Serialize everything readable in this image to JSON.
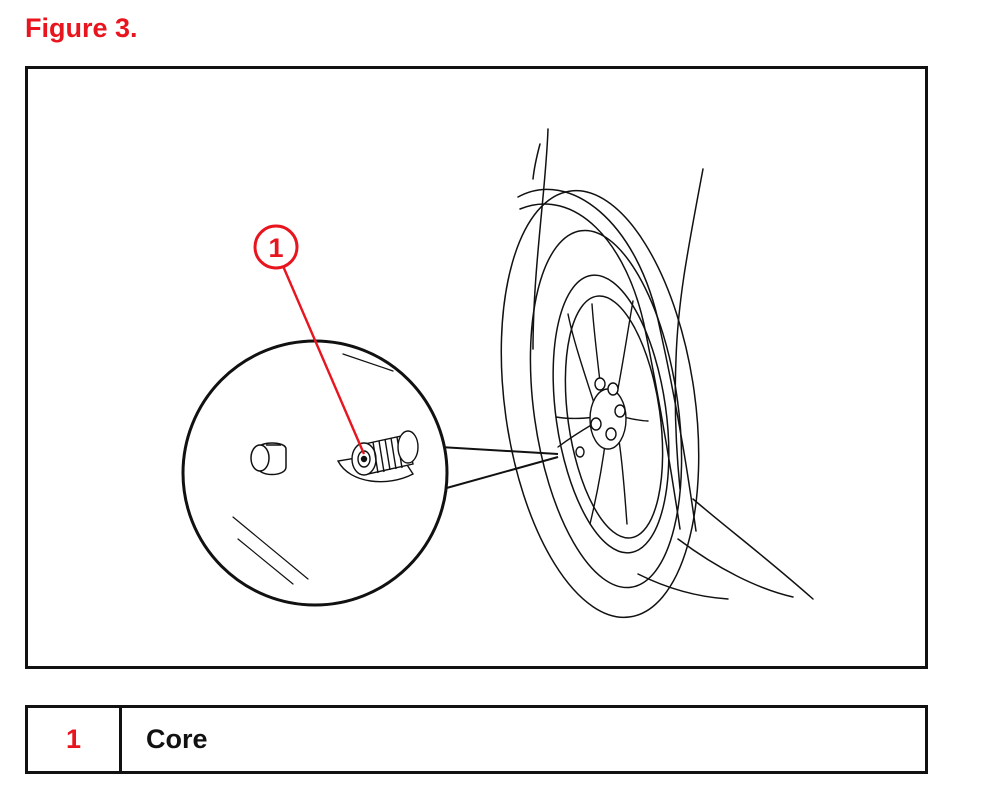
{
  "figure": {
    "title": "Figure 3."
  },
  "illustration": {
    "callout_number": "1",
    "accent_color": "#e8141e",
    "line_color": "#111111"
  },
  "legend": {
    "items": [
      {
        "number": "1",
        "label": "Core"
      }
    ]
  }
}
